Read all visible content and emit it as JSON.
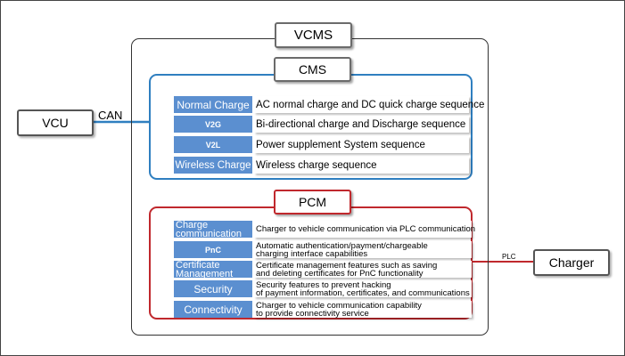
{
  "diagram": {
    "vcms": {
      "title": "VCMS"
    },
    "cms": {
      "title": "CMS",
      "rows": [
        {
          "label": "Normal Charge",
          "desc": "AC normal charge and DC quick charge sequence"
        },
        {
          "label": "V2G",
          "desc": "Bi-directional charge and Discharge sequence"
        },
        {
          "label": "V2L",
          "desc": "Power supplement System sequence"
        },
        {
          "label": "Wireless Charge",
          "desc": "Wireless charge sequence"
        }
      ]
    },
    "pcm": {
      "title": "PCM",
      "rows": [
        {
          "label_line1": "Charge",
          "label_line2": "communication",
          "desc_line1": "Charger to vehicle communication via PLC communication",
          "desc_line2": ""
        },
        {
          "label_line1": "PnC",
          "label_line2": "",
          "desc_line1": "Automatic authentication/payment/chargeable",
          "desc_line2": "charging interface capabilities"
        },
        {
          "label_line1": "Certificate",
          "label_line2": "Management",
          "desc_line1": "Certificate management features such as saving",
          "desc_line2": "and deleting certificates for PnC functionality"
        },
        {
          "label_line1": "Security",
          "label_line2": "",
          "desc_line1": "Security features to prevent hacking",
          "desc_line2": "of payment information, certificates, and communications"
        },
        {
          "label_line1": "Connectivity",
          "label_line2": "",
          "desc_line1": "Charger to vehicle communication capability",
          "desc_line2": "to provide connectivity service"
        }
      ]
    },
    "vcu": {
      "label": "VCU",
      "link_label": "CAN"
    },
    "charger": {
      "label": "Charger",
      "link_label": "PLC"
    }
  },
  "colors": {
    "cms_border": "#2f7fc0",
    "pcm_border": "#c0282d",
    "label_fill": "#5b8fd0",
    "can_line": "#2f7fc0",
    "plc_line": "#c0282d"
  }
}
